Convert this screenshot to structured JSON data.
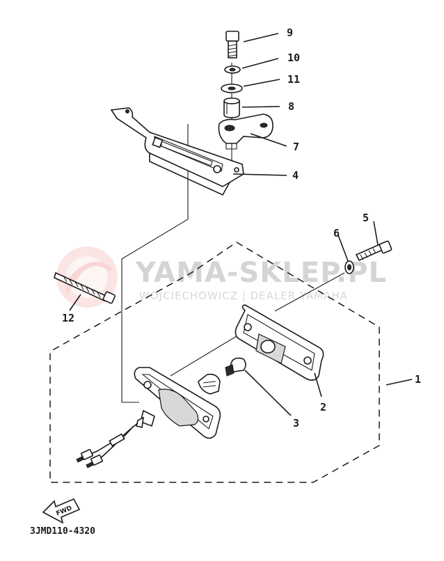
{
  "watermark": {
    "brand": "YAMA-SKLEP.PL",
    "dealer": "WOJCIECHOWICZ | DEALER YAMAHA"
  },
  "callouts": [
    "1",
    "2",
    "3",
    "4",
    "5",
    "6",
    "7",
    "8",
    "9",
    "10",
    "11",
    "12"
  ],
  "fwd_label": "FWD",
  "diagram_code": "3JMD110-4320"
}
